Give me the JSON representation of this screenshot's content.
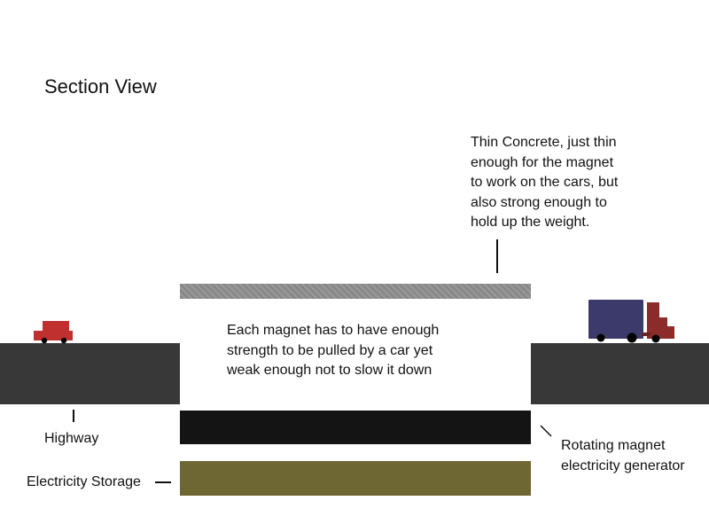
{
  "title": "Section View",
  "labels": {
    "concrete": [
      "Thin Concrete, just thin",
      "enough for the magnet",
      "to work on the cars, but",
      "also strong enough to",
      "hold up the weight."
    ],
    "magnet": [
      "Each magnet has to have enough",
      "strength to be pulled by a car yet",
      "weak enough not to slow it down"
    ],
    "highway": "Highway",
    "generator": [
      "Rotating magnet",
      "electricity generator"
    ],
    "storage": "Electricity Storage"
  },
  "colors": {
    "road": "#383838",
    "concrete": "#8a8a8a",
    "generator": "#141414",
    "storage": "#6e6633",
    "car": "#c0302f",
    "truck_box": "#3c3a6a",
    "truck_cab": "#8b2b2a"
  }
}
